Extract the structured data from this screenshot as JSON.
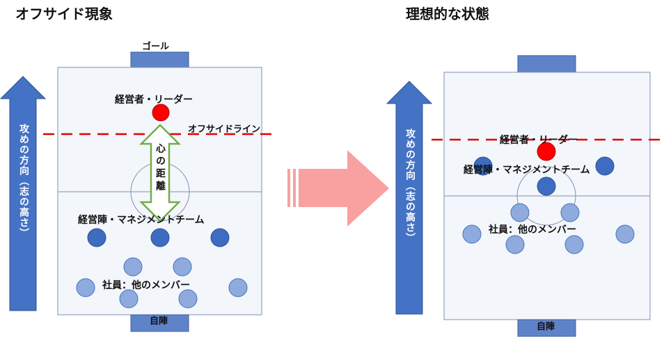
{
  "left": {
    "title": "オフサイド現象",
    "goal_label": "ゴール",
    "leader_label": "経営者・リーダー",
    "offside_label": "オフサイドライン",
    "distance_label": "心の距離",
    "management_label": "経営陣・マネジメントチーム",
    "staff_label": "社員：他のメンバー",
    "own_goal_label": "自陣",
    "direction_label": "攻めの方向（志の高さ）"
  },
  "right": {
    "title": "理想的な状態",
    "leader_label": "経営者・リーダー",
    "management_label": "経営陣・マネジメントチーム",
    "staff_label": "社員：他のメンバー",
    "own_goal_label": "自陣",
    "direction_label": "攻めの方向（志の高さ）"
  },
  "colors": {
    "field_fill": "#f3f6fb",
    "field_border": "#7f90b0",
    "goal": "#5f83c9",
    "arrow": "#4472c4",
    "leader": "#ff0000",
    "management": "#3d6cc0",
    "staff": "#8faadc",
    "offside_line": "#e00000",
    "transition_arrow": "#f9a0a0",
    "distance_arrow": "#70ad47"
  }
}
